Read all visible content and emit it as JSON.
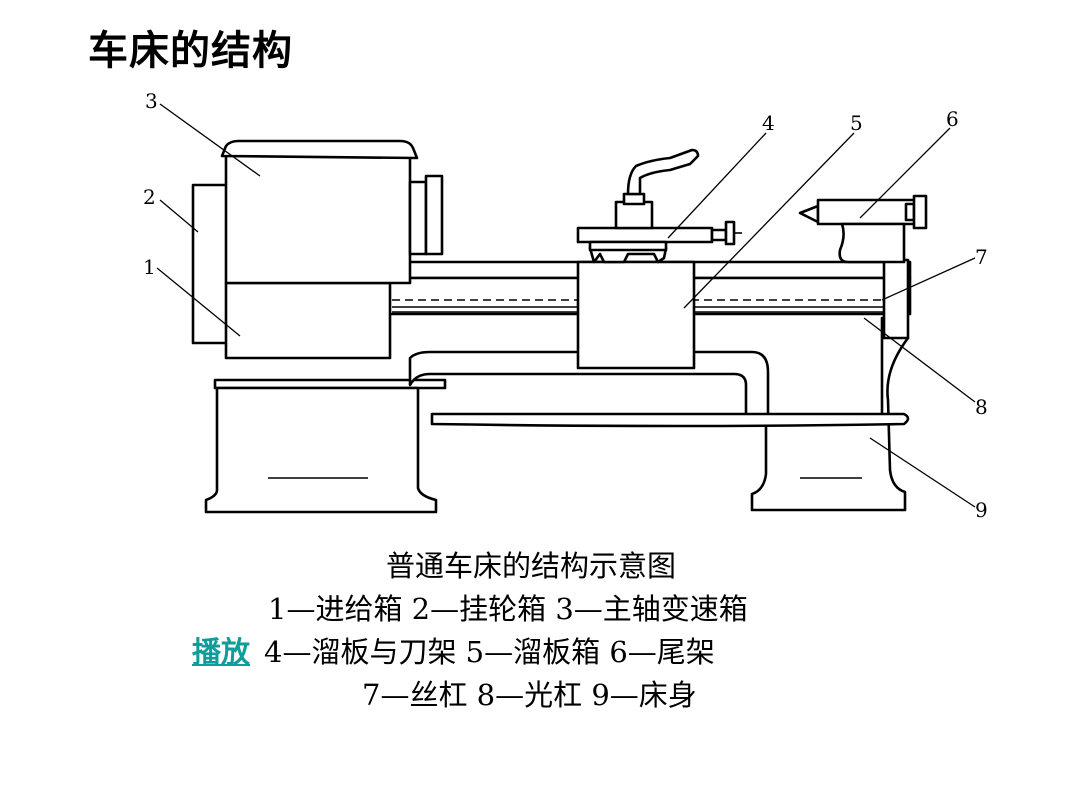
{
  "slide": {
    "title": "车床的结构"
  },
  "diagram": {
    "labels": [
      "1",
      "2",
      "3",
      "4",
      "5",
      "6",
      "7",
      "8",
      "9"
    ]
  },
  "caption": {
    "heading": "普通车床的结构示意图",
    "line1": "1—进给箱  2—挂轮箱  3—主轴变速箱",
    "play_link": "播放",
    "line2": "4—溜板与刀架  5—溜板箱  6—尾架",
    "line3": "7—丝杠  8—光杠  9—床身"
  },
  "colors": {
    "link": "#0e9e9a",
    "line": "#000000",
    "background": "#ffffff"
  }
}
